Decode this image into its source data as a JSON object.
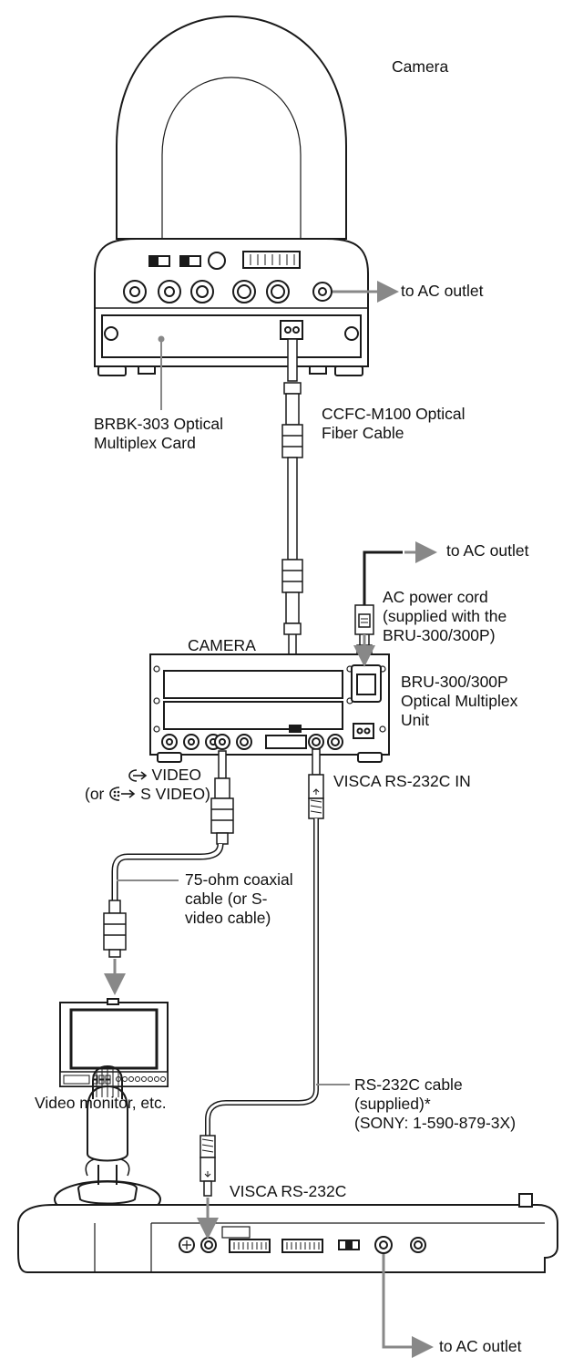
{
  "labels": {
    "camera": "Camera",
    "camera_ac": "to AC outlet",
    "brbk_line1": "BRBK-303 Optical",
    "brbk_line2": "Multiplex Card",
    "ccfc_line1": "CCFC-M100 Optical",
    "ccfc_line2": "Fiber Cable",
    "bru_ac": "to AC outlet",
    "ac_cord_line1": "AC power cord",
    "ac_cord_line2": "(supplied with the",
    "ac_cord_line3": "BRU-300/300P)",
    "camera_port": "CAMERA",
    "bru_line1": "BRU-300/300P",
    "bru_line2": "Optical Multiplex",
    "bru_line3": "Unit",
    "video_line1": "VIDEO",
    "video_line2_prefix": "(or",
    "video_line2_suffix": "S VIDEO)",
    "visca_in": "VISCA RS-232C IN",
    "coax_line1": "75-ohm coaxial",
    "coax_line2": "cable (or S-",
    "coax_line3": "video cable)",
    "monitor": "Video monitor, etc.",
    "rs_line1": "RS-232C cable",
    "rs_line2": "(supplied)*",
    "rs_line3": "(SONY: 1-590-879-3X)",
    "visca_ctrl": "VISCA RS-232C",
    "ctrl_ac": "to AC outlet"
  },
  "colors": {
    "line": "#1a1a1a",
    "arrow": "#888888",
    "cable_fill": "#ffffff"
  },
  "icons": {
    "video_out": "video-output-icon",
    "s_video_out": "s-video-output-icon"
  }
}
